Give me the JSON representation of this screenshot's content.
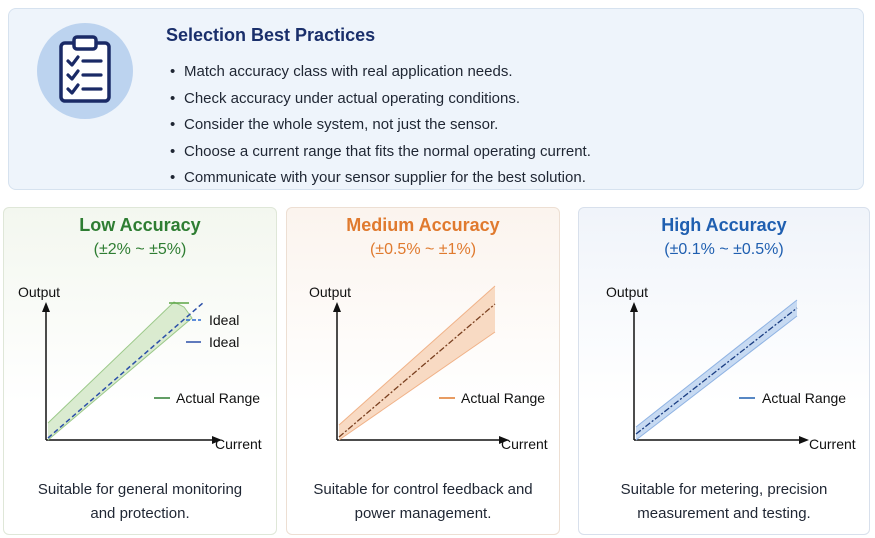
{
  "practices": {
    "title": "Selection Best Practices",
    "icon": "clipboard-checklist-icon",
    "items": [
      "Match accuracy class with real application needs.",
      "Check accuracy under actual operating conditions.",
      "Consider the whole system, not just the sensor.",
      "Choose a current range that fits the normal operating current.",
      "Communicate with your sensor supplier for the best solution."
    ]
  },
  "colors": {
    "low": "#2e7d32",
    "medium": "#e07a2e",
    "high": "#1f5fb0",
    "title_navy": "#1a2f6b"
  },
  "cards": [
    {
      "title": "Low Accuracy",
      "range": "(±2% ~ ±5%)",
      "desc_line1": "Suitable for general monitoring",
      "desc_line2": "and protection.",
      "chart": {
        "ylabel": "Output",
        "xlabel": "Current",
        "legend": [
          "Ideal",
          "Ideal",
          "Actual Range"
        ]
      }
    },
    {
      "title": "Medium Accuracy",
      "range": "(±0.5% ~ ±1%)",
      "desc_line1": "Suitable for control feedback and",
      "desc_line2": "power management.",
      "chart": {
        "ylabel": "Output",
        "xlabel": "Current",
        "legend": [
          "Actual Range"
        ]
      }
    },
    {
      "title": "High Accuracy",
      "range": "(±0.1% ~ ±0.5%)",
      "desc_line1": "Suitable for metering, precision",
      "desc_line2": "measurement and testing.",
      "chart": {
        "ylabel": "Output",
        "xlabel": "Current",
        "legend": [
          "Actual Range"
        ]
      }
    }
  ]
}
